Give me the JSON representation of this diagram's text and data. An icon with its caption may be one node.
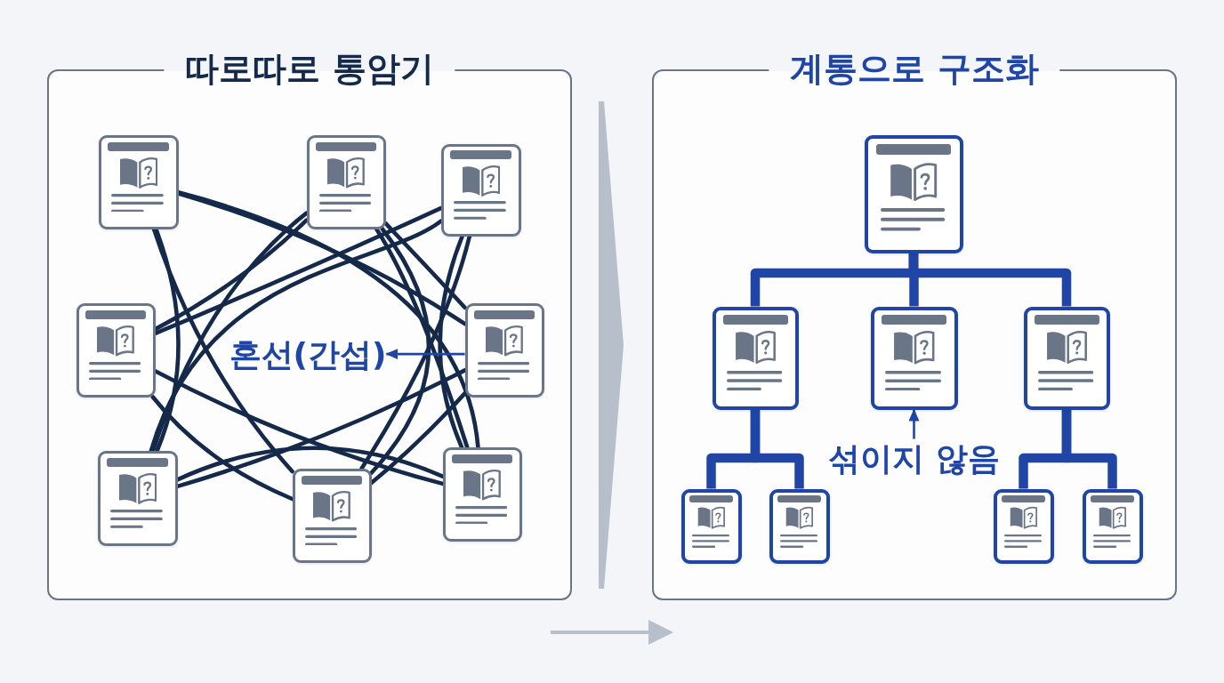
{
  "diagram": {
    "nodes": [
      {
        "text": [
          "따로따로 통암기"
        ]
      },
      {
        "text": [],
        "shape": "card",
        "in": 0
      },
      {
        "text": [],
        "shape": "card",
        "in": 0
      },
      {
        "text": [],
        "shape": "card",
        "in": 0
      },
      {
        "text": [],
        "shape": "card",
        "in": 0
      },
      {
        "text": [],
        "shape": "card",
        "in": 0
      },
      {
        "text": [],
        "shape": "card",
        "in": 0
      },
      {
        "text": [],
        "shape": "card",
        "in": 0
      },
      {
        "text": [],
        "shape": "card",
        "in": 0
      },
      {
        "text": [
          "혼선(간섭)"
        ],
        "in": 0
      },
      {
        "text": [],
        "shape": "chevron"
      },
      {
        "text": [
          "계통으로 구조화"
        ]
      },
      {
        "text": [],
        "shape": "card",
        "in": 11
      },
      {
        "text": [],
        "shape": "card",
        "in": 11
      },
      {
        "text": [],
        "shape": "card",
        "in": 11
      },
      {
        "text": [],
        "shape": "card",
        "in": 11
      },
      {
        "text": [],
        "shape": "card",
        "in": 11
      },
      {
        "text": [],
        "shape": "card",
        "in": 11
      },
      {
        "text": [],
        "shape": "card",
        "in": 11
      },
      {
        "text": [],
        "shape": "card",
        "in": 11
      },
      {
        "text": [
          "섞이지 않음"
        ],
        "in": 11
      }
    ],
    "edges": [
      {
        "from": 1,
        "to": 5,
        "arrow": "none"
      },
      {
        "from": 1,
        "to": 8,
        "arrow": "none"
      },
      {
        "from": 1,
        "to": 6,
        "arrow": "none"
      },
      {
        "from": 1,
        "to": 7,
        "arrow": "none"
      },
      {
        "from": 2,
        "to": 6,
        "arrow": "none"
      },
      {
        "from": 2,
        "to": 8,
        "arrow": "none"
      },
      {
        "from": 3,
        "to": 4,
        "arrow": "none"
      },
      {
        "from": 3,
        "to": 6,
        "arrow": "none"
      },
      {
        "from": 3,
        "to": 7,
        "arrow": "none"
      },
      {
        "from": 3,
        "to": 8,
        "arrow": "none"
      },
      {
        "from": 4,
        "to": 8,
        "arrow": "none"
      },
      {
        "from": 4,
        "to": 7,
        "arrow": "none"
      },
      {
        "from": 4,
        "to": 2,
        "arrow": "none"
      },
      {
        "from": 5,
        "to": 6,
        "arrow": "none"
      },
      {
        "from": 5,
        "to": 7,
        "arrow": "none"
      },
      {
        "from": 7,
        "to": 2,
        "arrow": "none"
      },
      {
        "from": 8,
        "to": 6,
        "arrow": "none"
      },
      {
        "from": 2,
        "to": 5,
        "arrow": "none"
      },
      {
        "from": 5,
        "to": 9,
        "arrow": "to",
        "color": "#1f45a6"
      },
      {
        "from": 12,
        "to": 13,
        "arrow": "none",
        "style": "thick",
        "color": "#1f45a6"
      },
      {
        "from": 12,
        "to": 14,
        "arrow": "none",
        "style": "thick",
        "color": "#1f45a6"
      },
      {
        "from": 12,
        "to": 15,
        "arrow": "none",
        "style": "thick",
        "color": "#1f45a6"
      },
      {
        "from": 13,
        "to": 16,
        "arrow": "none",
        "style": "thick",
        "color": "#1f45a6"
      },
      {
        "from": 13,
        "to": 17,
        "arrow": "none",
        "style": "thick",
        "color": "#1f45a6"
      },
      {
        "from": 15,
        "to": 18,
        "arrow": "none",
        "style": "thick",
        "color": "#1f45a6"
      },
      {
        "from": 15,
        "to": 19,
        "arrow": "none",
        "style": "thick",
        "color": "#1f45a6"
      },
      {
        "from": 20,
        "to": 14,
        "arrow": "to",
        "color": "#1f45a6"
      }
    ]
  }
}
